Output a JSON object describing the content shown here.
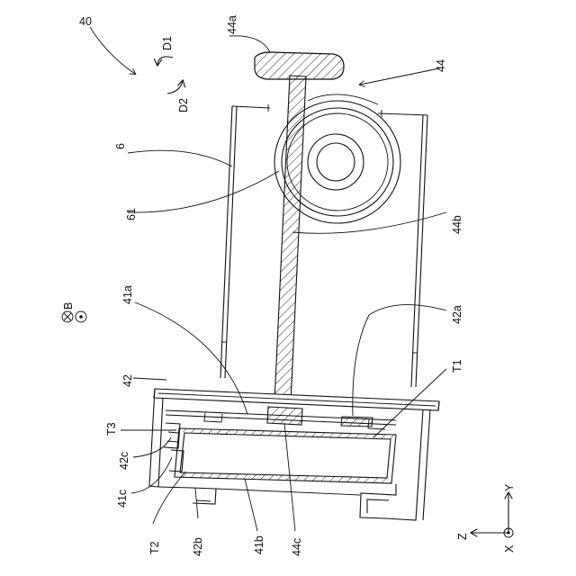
{
  "figure": {
    "labels": {
      "l40": "40",
      "l44a": "44a",
      "l44": "44",
      "lD1": "D1",
      "lD2": "D2",
      "l6": "6",
      "l61": "61",
      "l44b": "44b",
      "lB": "B",
      "l41a": "41a",
      "l42a": "42a",
      "l42": "42",
      "lT1": "T1",
      "lT3": "T3",
      "l42c": "42c",
      "l41c": "41c",
      "lT2": "T2",
      "l42b": "42b",
      "l41b": "41b",
      "l44c": "44c",
      "lY": "Y",
      "lZ": "Z",
      "lX": "X"
    }
  }
}
